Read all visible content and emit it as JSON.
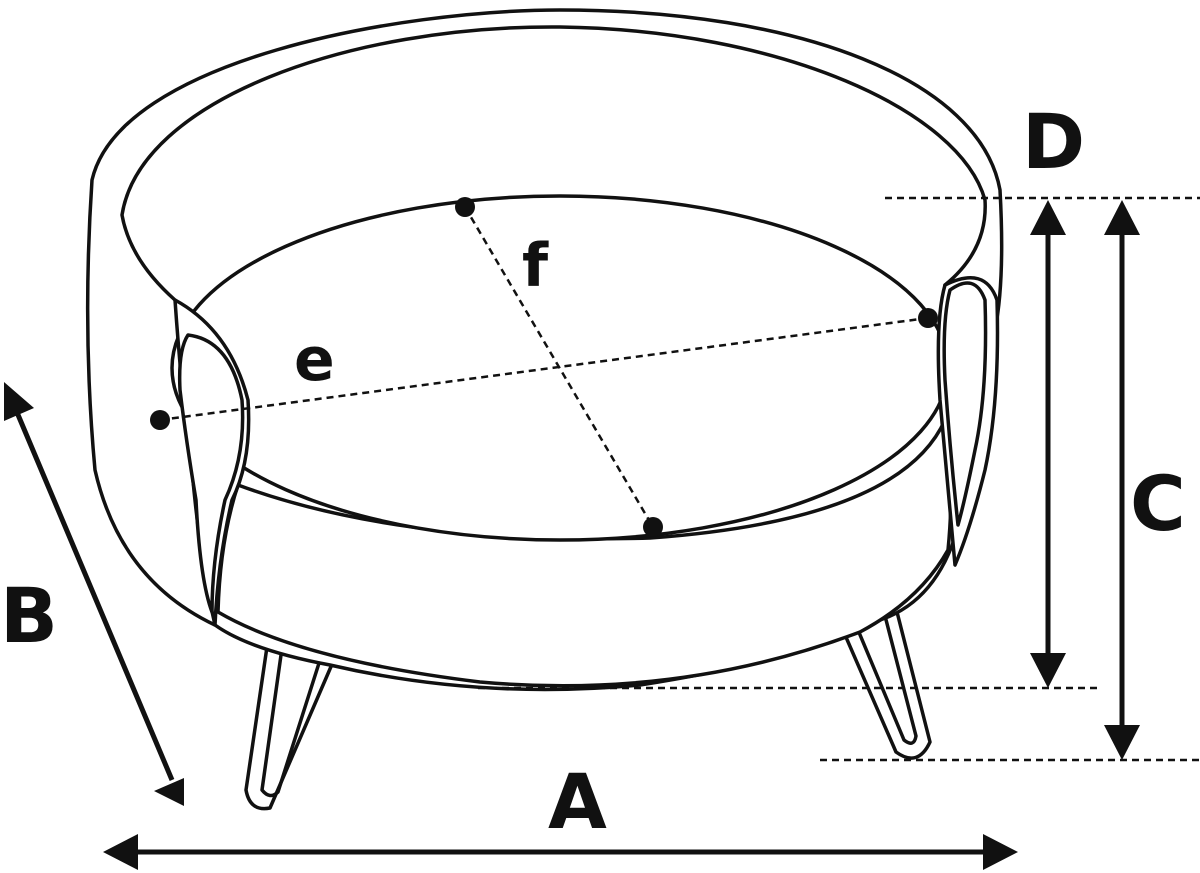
{
  "labels": {
    "a": "A",
    "b": "B",
    "c": "C",
    "d": "D",
    "e": "e",
    "f": "f"
  },
  "colors": {
    "line": "#111111",
    "background": "#ffffff"
  }
}
